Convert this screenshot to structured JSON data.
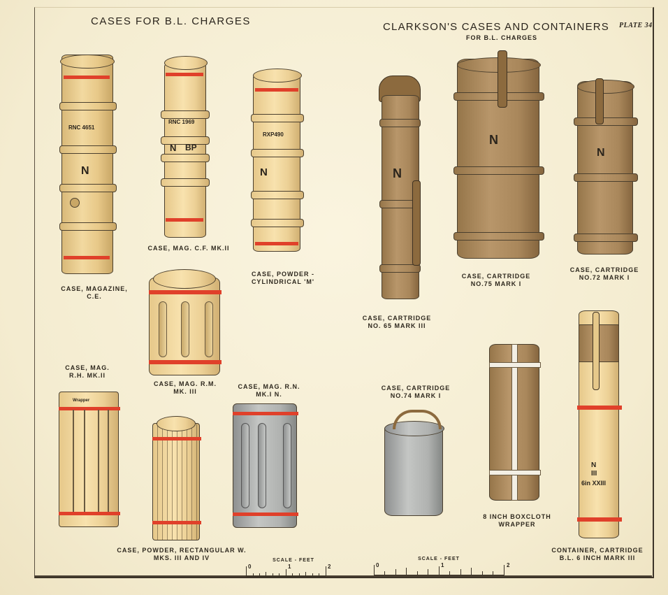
{
  "plate": {
    "title_left": "Cases for B.L. Charges",
    "title_right": "Clarkson's Cases and Containers",
    "subtitle_right": "for B.L. Charges",
    "plate_number": "Plate 34"
  },
  "colors": {
    "paper": "#f6efd6",
    "tan": "#e8c989",
    "khaki": "#a9875b",
    "grey": "#b0b2b0",
    "red_band": "#e0402a",
    "ink": "#2a241c"
  },
  "items": [
    {
      "caption_1": "Case, Magazine,",
      "caption_2": "C.E.",
      "markings": [
        "RNC 4651",
        "N"
      ]
    },
    {
      "caption_1": "Case, Mag. C.F. Mk.II",
      "markings": [
        "RNC 1969",
        "N",
        "BP"
      ]
    },
    {
      "caption_1": "Case, Powder -",
      "caption_2": "Cylindrical 'M'",
      "markings": [
        "RXP490",
        "N"
      ]
    },
    {
      "caption_1": "Case, Mag. R.M.",
      "caption_2": "Mk. III"
    },
    {
      "caption_1": "Case, Mag.",
      "caption_2": "R.H. Mk.II",
      "markings": [
        "Wrapper"
      ]
    },
    {
      "caption_1": "Case, Mag. R.N.",
      "caption_2": "Mk.I N."
    },
    {
      "caption_1": "Case, Powder, Rectangular W.",
      "caption_2": "Mks. III and IV"
    },
    {
      "caption_1": "Case, Cartridge",
      "caption_2": "No. 65 Mark III",
      "markings": [
        "N"
      ]
    },
    {
      "caption_1": "Case, Cartridge",
      "caption_2": "No.75 Mark I",
      "markings": [
        "N"
      ]
    },
    {
      "caption_1": "Case, Cartridge",
      "caption_2": "No.72 Mark I",
      "markings": [
        "N"
      ]
    },
    {
      "caption_1": "Case, Cartridge",
      "caption_2": "No.74 Mark I"
    },
    {
      "caption_1": "8 Inch Boxcloth",
      "caption_2": "Wrapper"
    },
    {
      "caption_1": "Container, Cartridge",
      "caption_2": "B.L. 6 Inch Mark III",
      "markings": [
        "N",
        "III",
        "6in XXIII"
      ]
    }
  ],
  "scales": [
    {
      "label": "Scale - Feet",
      "start": "0",
      "mid": "1",
      "end": "2"
    },
    {
      "label": "Scale - Feet",
      "start": "0",
      "mid": "1",
      "end": "2"
    }
  ]
}
